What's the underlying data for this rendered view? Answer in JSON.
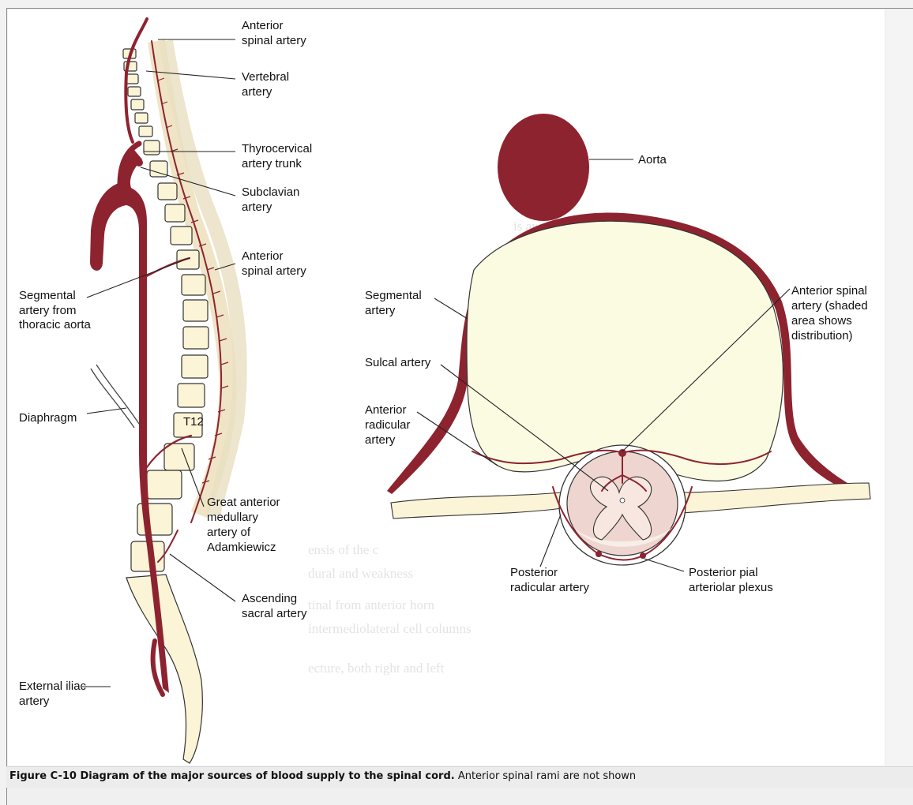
{
  "caption": {
    "bold": "Figure C-10 Diagram of the major sources of blood supply to the spinal cord.",
    "normal": " Anterior spinal rami are not shown"
  },
  "left_labels": {
    "anterior_spinal_artery_top": [
      "Anterior",
      "spinal artery"
    ],
    "vertebral_artery": [
      "Vertebral",
      "artery"
    ],
    "thyrocervical": [
      "Thyrocervical",
      "artery trunk"
    ],
    "subclavian": [
      "Subclavian",
      "artery"
    ],
    "anterior_spinal_artery_mid": [
      "Anterior",
      "spinal artery"
    ],
    "segmental_from_aorta": [
      "Segmental",
      "artery from",
      "thoracic aorta"
    ],
    "diaphragm": "Diaphragm",
    "t12": "T12",
    "great_anterior": [
      "Great anterior",
      "medullary",
      "artery of",
      "Adamkiewicz"
    ],
    "ascending_sacral": [
      "Ascending",
      "sacral artery"
    ],
    "external_iliac": [
      "External iliac",
      "artery"
    ]
  },
  "right_labels": {
    "aorta": "Aorta",
    "segmental_artery": [
      "Segmental",
      "artery"
    ],
    "anterior_spinal_shaded": [
      "Anterior spinal",
      "artery (shaded",
      "area shows",
      "distribution)"
    ],
    "sulcal_artery": "Sulcal artery",
    "anterior_radicular": [
      "Anterior",
      "radicular",
      "artery"
    ],
    "posterior_radicular": [
      "Posterior",
      "radicular artery"
    ],
    "posterior_pial": [
      "Posterior pial",
      "arteriolar plexus"
    ]
  },
  "colors": {
    "artery": "#8e2330",
    "bone": "#fbf4d6",
    "cord_shade": "#e7c6c2",
    "body_cavity": "#fbfbe2"
  }
}
